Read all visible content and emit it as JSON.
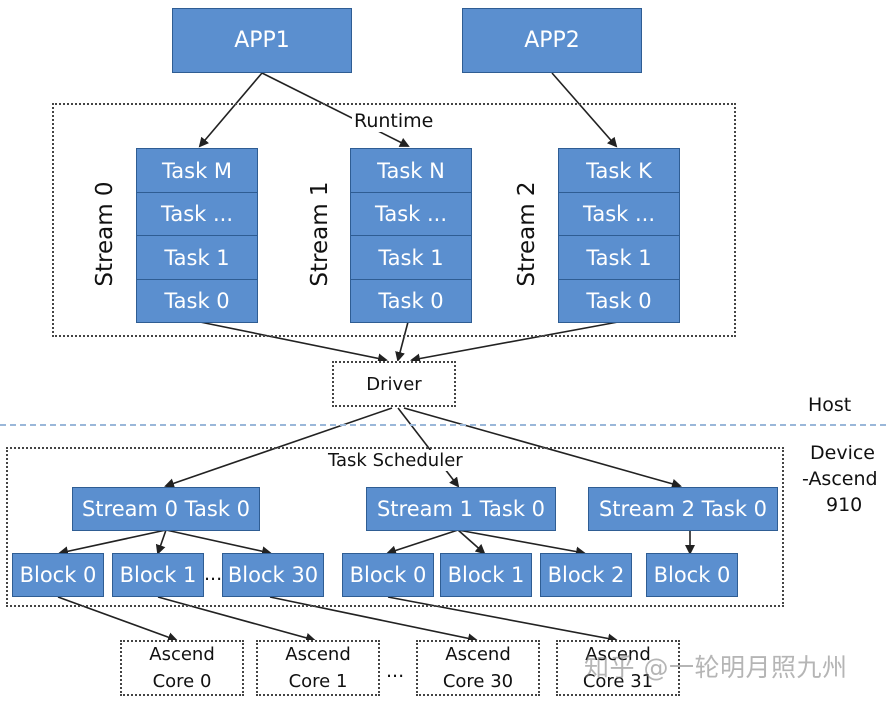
{
  "apps": [
    "APP1",
    "APP2"
  ],
  "runtime": {
    "label": "Runtime",
    "streams": [
      {
        "label": "Stream 0",
        "tasks": [
          "Task M",
          "Task ...",
          "Task 1",
          "Task 0"
        ]
      },
      {
        "label": "Stream 1",
        "tasks": [
          "Task N",
          "Task ...",
          "Task 1",
          "Task 0"
        ]
      },
      {
        "label": "Stream 2",
        "tasks": [
          "Task K",
          "Task ...",
          "Task 1",
          "Task 0"
        ]
      }
    ]
  },
  "driver": {
    "label": "Driver"
  },
  "host_label": "Host",
  "device_label": [
    "Device",
    "-Ascend",
    "910"
  ],
  "scheduler": {
    "label": "Task Scheduler",
    "stream_tasks": [
      "Stream 0 Task 0",
      "Stream 1 Task 0",
      "Stream 2 Task 0"
    ],
    "blocks": [
      "Block 0",
      "Block 1",
      "Block 30",
      "Block 0",
      "Block 1",
      "Block 2",
      "Block 0"
    ],
    "block_ellipsis": "..."
  },
  "cores": [
    {
      "line1": "Ascend",
      "line2": "Core 0"
    },
    {
      "line1": "Ascend",
      "line2": "Core 1"
    },
    {
      "line1": "Ascend",
      "line2": "Core 30"
    },
    {
      "line1": "Ascend",
      "line2": "Core 31"
    }
  ],
  "core_ellipsis": "...",
  "watermark": "知乎 @一轮明月照九州",
  "colors": {
    "box_fill": "#5b8fcf",
    "box_border": "#2f5d93",
    "separator": "#9ab7d9"
  }
}
